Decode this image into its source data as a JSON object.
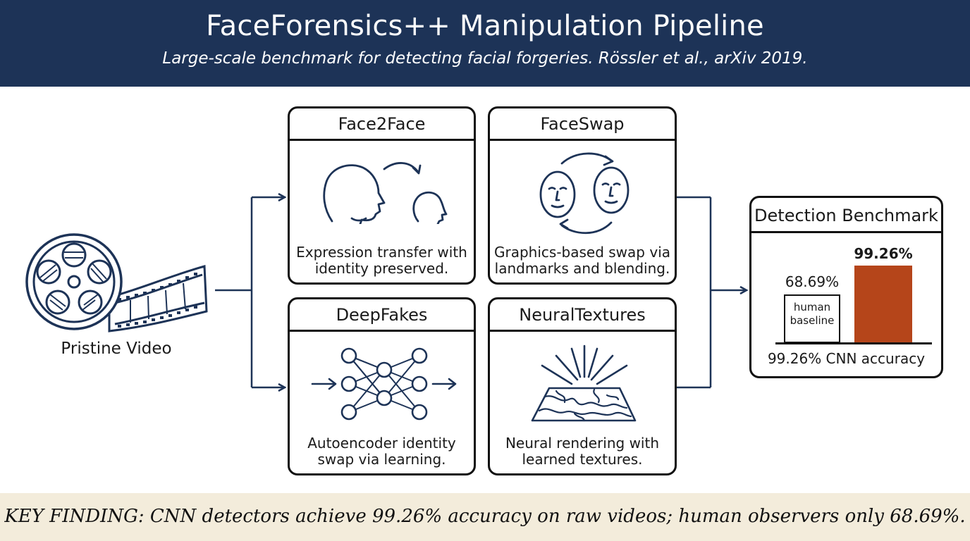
{
  "header": {
    "title": "FaceForensics++ Manipulation Pipeline",
    "subtitle": "Large-scale benchmark for detecting facial forgeries. Rössler et al., arXiv 2019."
  },
  "source": {
    "label": "Pristine Video",
    "icon": "film-reel-icon"
  },
  "methods": [
    {
      "name": "Face2Face",
      "description_lines": [
        "Expression transfer with",
        "identity preserved."
      ],
      "icon": "head-transfer-icon"
    },
    {
      "name": "FaceSwap",
      "description_lines": [
        "Graphics-based swap via",
        "landmarks and blending."
      ],
      "icon": "face-swap-cycle-icon"
    },
    {
      "name": "DeepFakes",
      "description_lines": [
        "Autoencoder identity",
        "swap via learning."
      ],
      "icon": "neural-network-icon"
    },
    {
      "name": "NeuralTextures",
      "description_lines": [
        "Neural rendering with",
        "learned textures."
      ],
      "icon": "texture-render-icon"
    }
  ],
  "benchmark": {
    "title": "Detection Benchmark",
    "caption": "99.26% CNN accuracy",
    "bars": [
      {
        "label_lines": [
          "human",
          "baseline"
        ],
        "value": 68.69,
        "value_text": "68.69%",
        "style": "outline"
      },
      {
        "label_lines": [],
        "value": 99.26,
        "value_text": "99.26%",
        "style": "filled"
      }
    ],
    "cnn_color": "#b5451a"
  },
  "footer": {
    "text": "KEY FINDING: CNN detectors achieve 99.26% accuracy on raw videos; human observers only 68.69%."
  },
  "colors": {
    "header_bg": "#1d3357",
    "footer_bg": "#f3ecdb",
    "connector": "#1d3357",
    "icon_stroke": "#1d3357"
  }
}
